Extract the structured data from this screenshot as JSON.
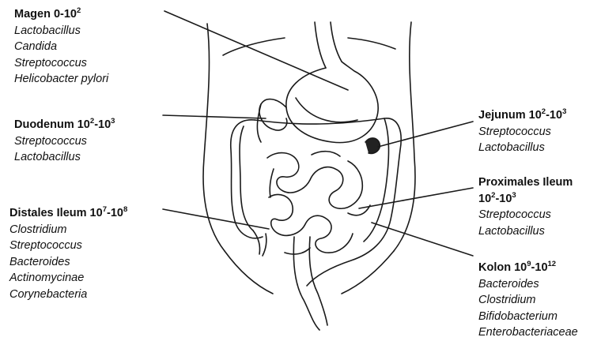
{
  "regions": [
    {
      "id": "magen",
      "name": "Magen",
      "range_prefix": " 0-10",
      "exp1": "2",
      "range_mid": "",
      "exp2": "",
      "organisms": [
        "Lactobacillus",
        "Candida",
        "Streptococcus",
        "Helicobacter pylori"
      ]
    },
    {
      "id": "duodenum",
      "name": "Duodenum",
      "range_prefix": " 10",
      "exp1": "2",
      "range_mid": "-10",
      "exp2": "3",
      "organisms": [
        "Streptococcus",
        "Lactobacillus"
      ]
    },
    {
      "id": "distales",
      "name": "Distales Ileum",
      "range_prefix": " 10",
      "exp1": "7",
      "range_mid": "-10",
      "exp2": "8",
      "organisms": [
        "Clostridium",
        "Streptococcus",
        "Bacteroides",
        "Actinomycinae",
        "Corynebacteria"
      ]
    },
    {
      "id": "jejunum",
      "name": "Jejunum",
      "range_prefix": " 10",
      "exp1": "2",
      "range_mid": "-10",
      "exp2": "3",
      "organisms": [
        "Streptococcus",
        "Lactobacillus"
      ]
    },
    {
      "id": "proximales",
      "name": "Proximales Ileum",
      "range_prefix": " 10",
      "exp1": "2",
      "range_mid": "-10",
      "exp2": "3",
      "organisms": [
        "Streptococcus",
        "Lactobacillus"
      ]
    },
    {
      "id": "kolon",
      "name": "Kolon",
      "range_prefix": " 10",
      "exp1": "9",
      "range_mid": "-10",
      "exp2": "12",
      "organisms": [
        "Bacteroides",
        "Clostridium",
        "Bifidobacterium",
        "Enterobacteriaceae"
      ]
    }
  ]
}
